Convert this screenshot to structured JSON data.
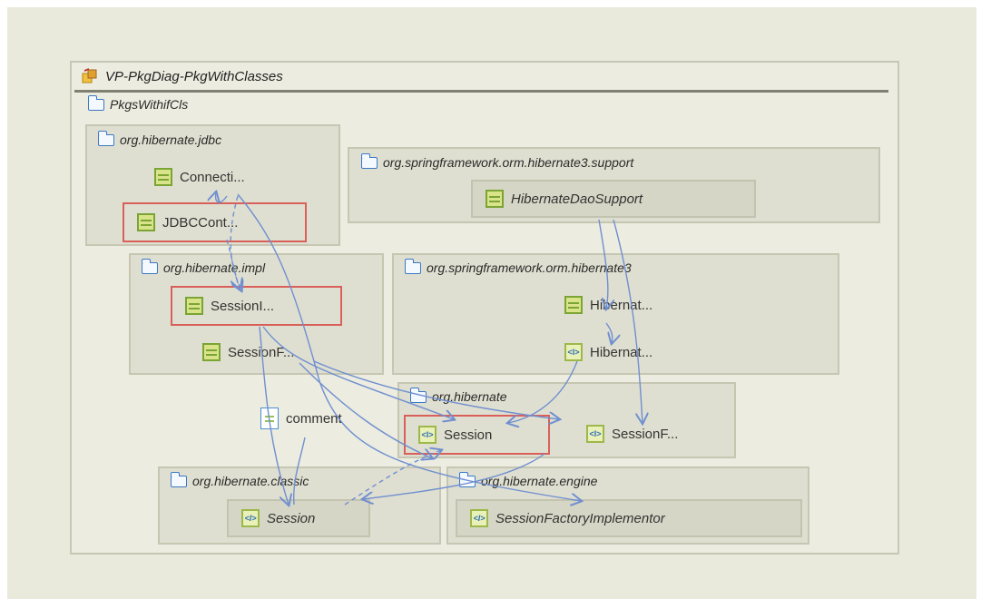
{
  "diagram": {
    "title": "VP-PkgDiag-PkgWithClasses",
    "root_package": "PkgsWithifCls",
    "packages": {
      "jdbc": {
        "name": "org.hibernate.jdbc",
        "classes": [
          "Connecti...",
          "JDBCCont..."
        ]
      },
      "spring_support": {
        "name": "org.springframework.orm.hibernate3.support",
        "classes": [
          "HibernateDaoSupport"
        ]
      },
      "impl": {
        "name": "org.hibernate.impl",
        "classes": [
          "SessionI...",
          "SessionF..."
        ]
      },
      "spring_h3": {
        "name": "org.springframework.orm.hibernate3",
        "classes": [
          "Hibernat...",
          "Hibernat..."
        ]
      },
      "hibernate": {
        "name": "org.hibernate",
        "classes": [
          "Session",
          "SessionF..."
        ]
      },
      "classic": {
        "name": "org.hibernate.classic",
        "classes": [
          "Session"
        ]
      },
      "engine": {
        "name": "org.hibernate.engine",
        "classes": [
          "SessionFactoryImplementor"
        ]
      }
    },
    "note": "comment",
    "icons": {
      "diagram": "package-diagram-icon",
      "package": "folder-icon",
      "class": "class-icon",
      "interface": "interface-icon",
      "note": "note-icon"
    },
    "colors": {
      "highlight": "#d9605a",
      "connector": "#6f8fd0",
      "class_icon": "#7aa434"
    }
  }
}
